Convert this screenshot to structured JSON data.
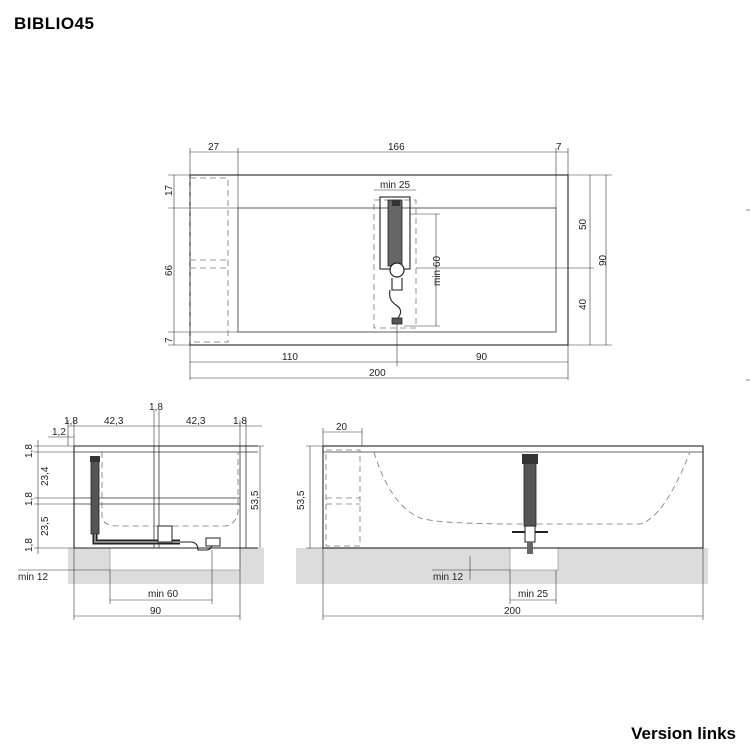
{
  "title": "BIBLIO45",
  "footer_link": "Version links",
  "top_view": {
    "dims_top": [
      "27",
      "166",
      "7"
    ],
    "dims_left": [
      "17",
      "66",
      "7"
    ],
    "dims_right": [
      "50",
      "40",
      "90"
    ],
    "dims_bottom": [
      "110",
      "90",
      "200"
    ],
    "label_min25": "min 25",
    "label_min60": "min 60"
  },
  "front_view": {
    "dims_top": [
      "1,8",
      "42,3",
      "1,8",
      "42,3",
      "1,8"
    ],
    "dim_1_2": "1,2",
    "dims_left": [
      "1,8",
      "23,4",
      "1,8",
      "23,5",
      "1,8"
    ],
    "dim_right": "53,5",
    "min12": "min 12",
    "min60": "min 60",
    "width": "90"
  },
  "side_view": {
    "dim_20": "20",
    "dim_height": "53,5",
    "min12": "min 12",
    "min25": "min 25",
    "width": "200"
  }
}
